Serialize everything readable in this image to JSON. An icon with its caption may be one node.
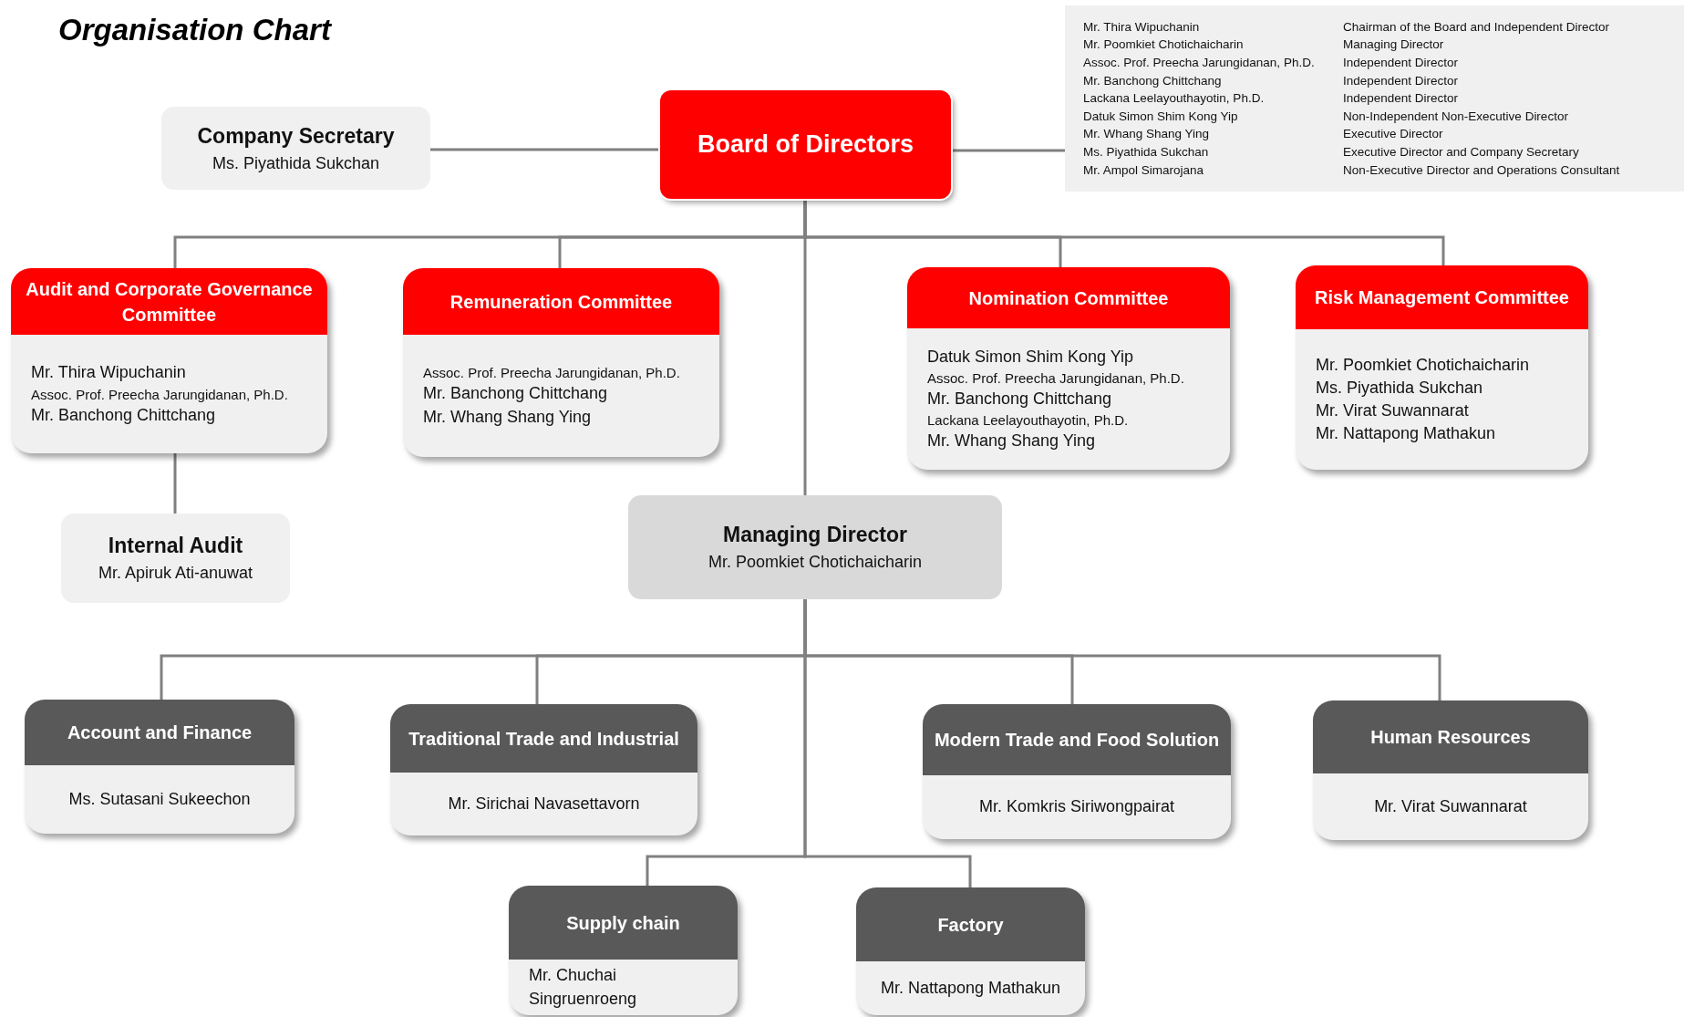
{
  "diagram": {
    "title": "Organisation Chart",
    "nodes": [
      {
        "text": [
          "Board of Directors"
        ]
      },
      {
        "text": [
          "Company Secretary",
          "Ms. Piyathida Sukchan"
        ]
      },
      {
        "text": [
          "Mr. Thira Wipuchanin",
          "Chairman of the Board and Independent Director",
          "Mr. Poomkiet Chotichaicharin",
          "Managing Director",
          "Assoc. Prof. Preecha Jarungidanan, Ph.D.",
          "Independent Director",
          "Mr. Banchong Chittchang",
          "Independent Director",
          "Lackana Leelayouthayotin, Ph.D.",
          "Independent Director",
          "Datuk Simon Shim Kong Yip",
          "Non-Independent Non-Executive Director",
          "Mr. Whang Shang Ying",
          "Executive Director",
          "Ms. Piyathida Sukchan",
          "Executive Director and Company Secretary",
          "Mr. Ampol Simarojana",
          "Non-Executive Director and Operations Consultant"
        ]
      },
      {
        "text": [
          "Audit and Corporate Governance Committee",
          "Mr. Thira Wipuchanin",
          "Assoc. Prof. Preecha Jarungidanan, Ph.D.",
          "Mr. Banchong Chittchang"
        ]
      },
      {
        "text": [
          "Remuneration Committee",
          "Assoc. Prof. Preecha Jarungidanan, Ph.D.",
          "Mr. Banchong Chittchang",
          "Mr. Whang Shang Ying"
        ]
      },
      {
        "text": [
          "Nomination Committee",
          "Datuk Simon Shim Kong Yip",
          "Assoc. Prof. Preecha Jarungidanan, Ph.D.",
          "Mr. Banchong Chittchang",
          "Lackana Leelayouthayotin, Ph.D.",
          "Mr. Whang Shang Ying"
        ]
      },
      {
        "text": [
          "Risk Management Committee",
          "Mr. Poomkiet Chotichaicharin",
          "Ms. Piyathida Sukchan",
          "Mr. Virat Suwannarat",
          "Mr. Nattapong Mathakun"
        ]
      },
      {
        "text": [
          "Internal Audit",
          "Mr. Apiruk  Ati-anuwat"
        ]
      },
      {
        "text": [
          "Managing Director",
          "Mr. Poomkiet Chotichaicharin"
        ]
      },
      {
        "text": [
          "Account and Finance",
          "Ms. Sutasani Sukeechon"
        ]
      },
      {
        "text": [
          "Traditional Trade and Industrial",
          "Mr. Sirichai Navasettavorn"
        ]
      },
      {
        "text": [
          "Modern Trade and Food Solution",
          "Mr. Komkris Siriwongpairat"
        ]
      },
      {
        "text": [
          "Human Resources",
          "Mr. Virat Suwannarat"
        ]
      },
      {
        "text": [
          "Supply chain",
          "Mr. Chuchai Singruenroeng"
        ]
      },
      {
        "text": [
          "Factory",
          "Mr. Nattapong Mathakun"
        ]
      }
    ],
    "edges": [
      {
        "from": 0,
        "to": 1,
        "arrow": "none"
      },
      {
        "from": 0,
        "to": 2,
        "arrow": "none"
      },
      {
        "from": 0,
        "to": 3,
        "arrow": "none"
      },
      {
        "from": 0,
        "to": 4,
        "arrow": "none"
      },
      {
        "from": 0,
        "to": 5,
        "arrow": "none"
      },
      {
        "from": 0,
        "to": 6,
        "arrow": "none"
      },
      {
        "from": 0,
        "to": 8,
        "arrow": "none"
      },
      {
        "from": 3,
        "to": 7,
        "arrow": "none"
      },
      {
        "from": 8,
        "to": 9,
        "arrow": "none"
      },
      {
        "from": 8,
        "to": 10,
        "arrow": "none"
      },
      {
        "from": 8,
        "to": 11,
        "arrow": "none"
      },
      {
        "from": 8,
        "to": 12,
        "arrow": "none"
      },
      {
        "from": 8,
        "to": 13,
        "arrow": "none"
      },
      {
        "from": 8,
        "to": 14,
        "arrow": "none"
      }
    ]
  }
}
